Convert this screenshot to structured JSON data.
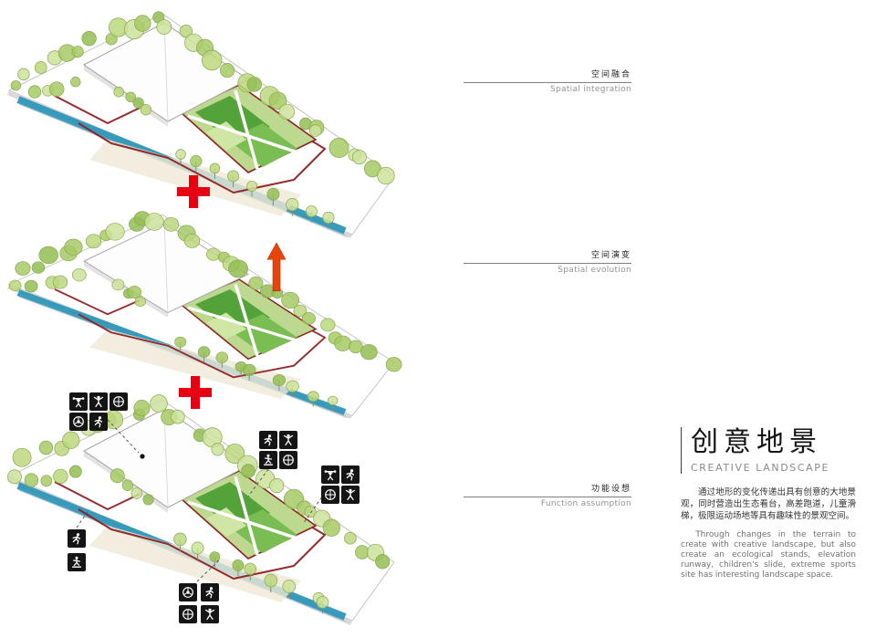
{
  "annotations": [
    {
      "zh": "空间融合",
      "en": "Spatial integration"
    },
    {
      "zh": "空间演变",
      "en": "Spatial evolution"
    },
    {
      "zh": "功能设想",
      "en": "Function assumption"
    }
  ],
  "title_block": {
    "title_zh": "创意地景",
    "title_en": "CREATIVE LANDSCAPE",
    "paragraph_zh": "通过地形的变化传递出具有创意的大地景观，同时营造出生态看台，高差跑道，儿童滑梯，极限运动场地等具有趣味性的景观空间。",
    "paragraph_en": "Through changes in the terrain to create with creative landscape, but also create an ecological stands, elevation runway, children's slide, extreme sports site has interesting landscape space."
  },
  "diagrams": [
    {
      "id": "spatial-integration",
      "label_zh": "空间融合",
      "label_en": "Spatial integration"
    },
    {
      "id": "spatial-evolution",
      "label_zh": "空间演变",
      "label_en": "Spatial evolution"
    },
    {
      "id": "function-assumption",
      "label_zh": "功能设想",
      "label_en": "Function assumption"
    }
  ],
  "icons": {
    "plus": "+",
    "elevation_arrow": "up-arrow",
    "sports": [
      "weightlifting-icon",
      "gymnastics-icon",
      "soccer-icon",
      "basketball-icon",
      "running-icon",
      "skateboarding-icon"
    ]
  },
  "colors": {
    "accent_red": "#e60012",
    "arrow_orange": "#e8440a",
    "path_maroon": "#8e2022",
    "water_blue": "#2f97ba",
    "tree_green": "#a7c964",
    "lawn_green": "#54a23a",
    "icon_tile": "#151515"
  }
}
